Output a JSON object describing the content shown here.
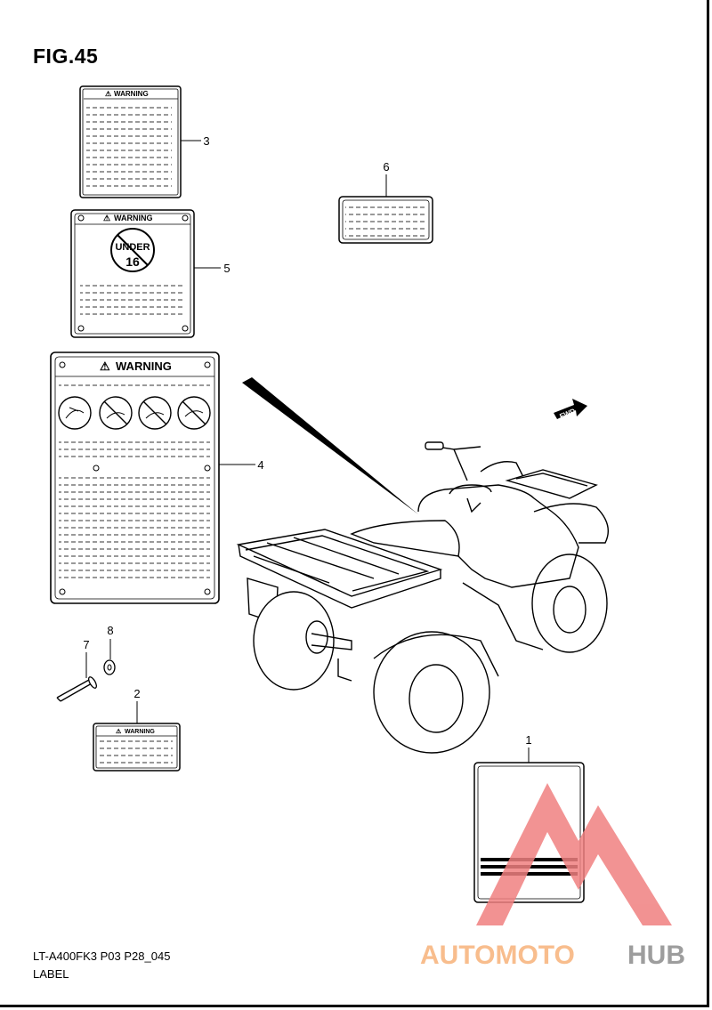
{
  "figure": {
    "title": "FIG.45",
    "code": "LT-A400FK3 P03 P28_045",
    "caption": "LABEL"
  },
  "labels": {
    "warning": "WARNING",
    "under_line1": "UNDER",
    "under_line2": "16",
    "fwd": "FWD"
  },
  "callouts": [
    "1",
    "2",
    "3",
    "4",
    "5",
    "6",
    "7",
    "8"
  ],
  "watermark": {
    "text_a": "AUTOMOTO",
    "text_b": "HUB",
    "color_a": "#f7b27a",
    "color_b": "#8c8c8c",
    "triangle_color": "#f08080"
  }
}
